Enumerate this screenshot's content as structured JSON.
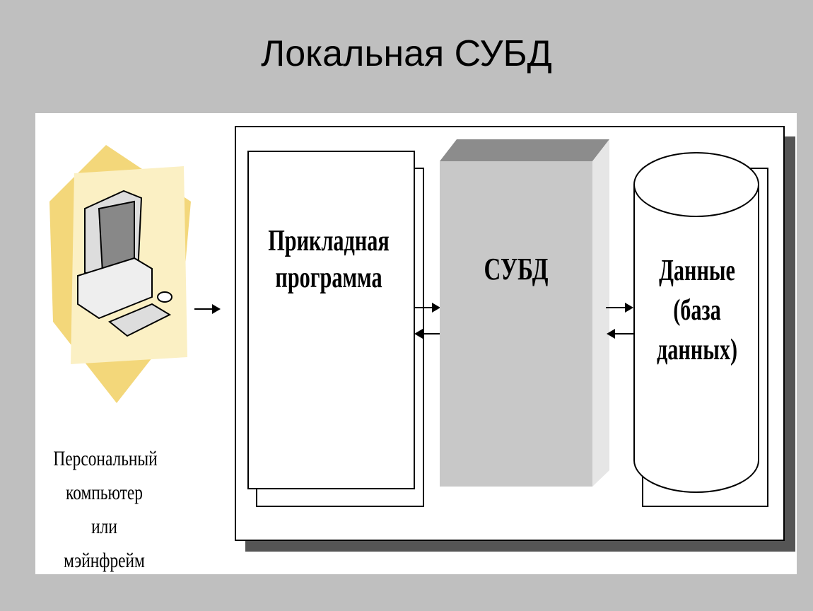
{
  "title": "Локальная СУБД",
  "diagram": {
    "computer_label": "Персональный компьютер или мэйнфрейм",
    "app_label": "Прикладная программа",
    "dbms_label": "СУБД",
    "data_label": "Данные (база данных)"
  }
}
